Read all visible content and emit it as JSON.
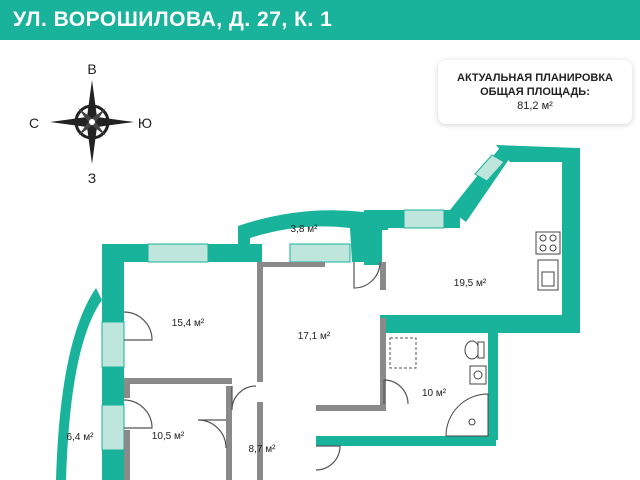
{
  "header": {
    "title": "УЛ. ВОРОШИЛОВА, Д. 27, К. 1"
  },
  "info": {
    "line1": "АКТУАЛЬНАЯ ПЛАНИРОВКА",
    "line2": "ОБЩАЯ ПЛОЩАДЬ:",
    "area": "81,2 м²"
  },
  "compass": {
    "north": "В",
    "south": "З",
    "west": "С",
    "east": "Ю"
  },
  "rooms": {
    "balcony": "3,8 м²",
    "kitchen": "19,5 м²",
    "room1": "15,4 м²",
    "room2": "17,1 м²",
    "bathroom": "10 м²",
    "loggia": "6,4 м²",
    "room3": "10,5 м²",
    "hall": "8,7 м²"
  },
  "colors": {
    "wall": "#18b39a",
    "window": "#bfe6dd",
    "header": "#18b39a"
  }
}
